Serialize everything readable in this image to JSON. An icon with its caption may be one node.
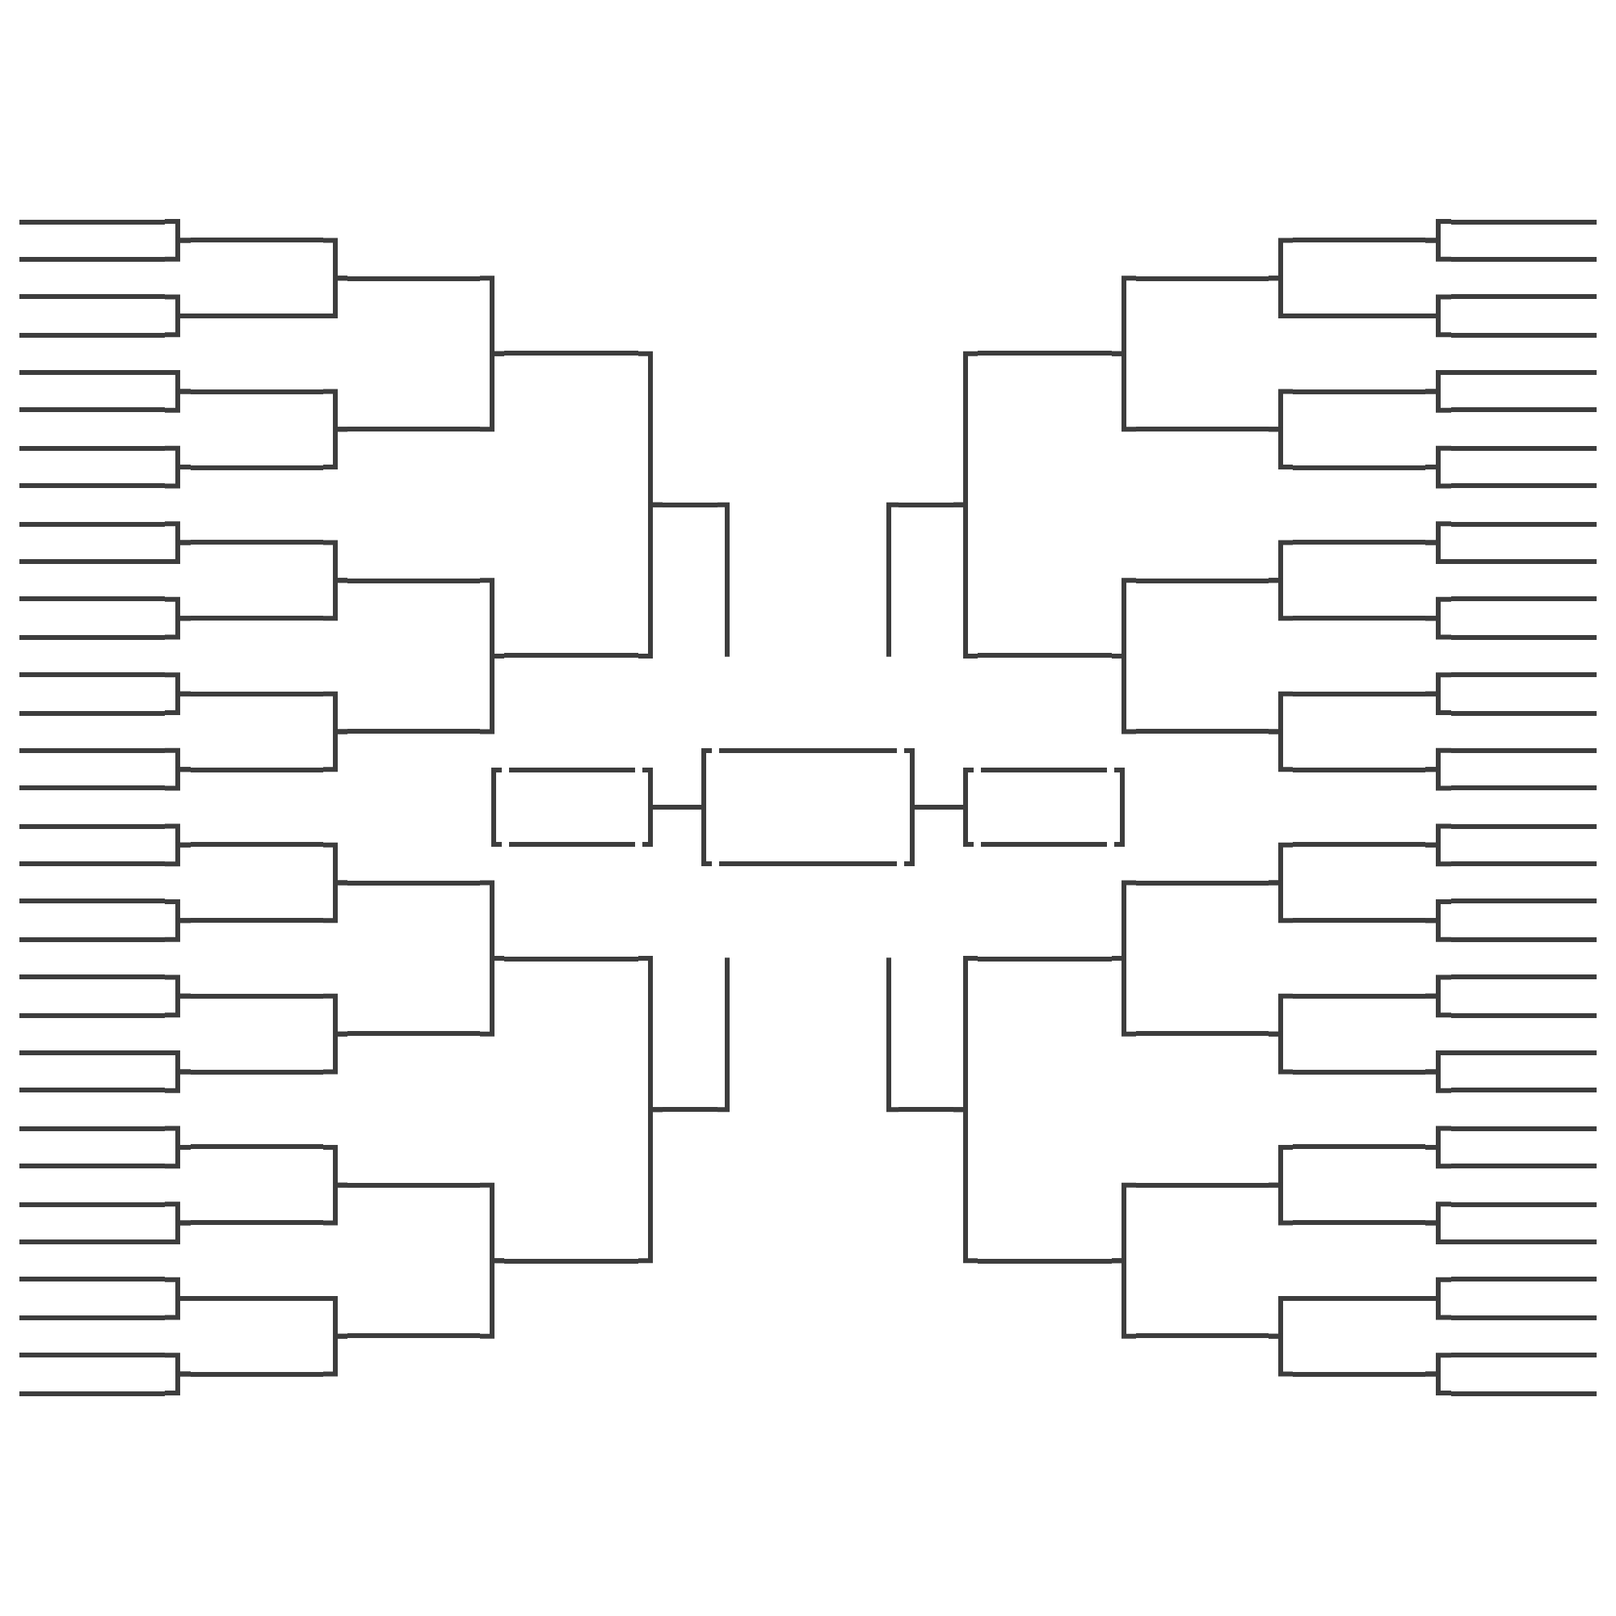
{
  "diagram": {
    "nodes": [
      {
        "text": [],
        "shape": "line"
      },
      {
        "text": [],
        "shape": "line"
      },
      {
        "text": [],
        "shape": "line"
      },
      {
        "text": [],
        "shape": "line"
      },
      {
        "text": [],
        "shape": "line"
      },
      {
        "text": [],
        "shape": "line"
      },
      {
        "text": [],
        "shape": "line"
      },
      {
        "text": [],
        "shape": "line"
      },
      {
        "text": [],
        "shape": "line"
      },
      {
        "text": [],
        "shape": "line"
      },
      {
        "text": [],
        "shape": "line"
      },
      {
        "text": [],
        "shape": "line"
      },
      {
        "text": [],
        "shape": "line"
      },
      {
        "text": [],
        "shape": "line"
      },
      {
        "text": [],
        "shape": "line"
      },
      {
        "text": [],
        "shape": "line"
      },
      {
        "text": [],
        "shape": "line"
      },
      {
        "text": [],
        "shape": "line"
      },
      {
        "text": [],
        "shape": "line"
      },
      {
        "text": [],
        "shape": "line"
      },
      {
        "text": [],
        "shape": "line"
      },
      {
        "text": [],
        "shape": "line"
      },
      {
        "text": [],
        "shape": "line"
      },
      {
        "text": [],
        "shape": "line"
      },
      {
        "text": [],
        "shape": "line"
      },
      {
        "text": [],
        "shape": "line"
      },
      {
        "text": [],
        "shape": "line"
      },
      {
        "text": [],
        "shape": "line"
      },
      {
        "text": [],
        "shape": "line"
      },
      {
        "text": [],
        "shape": "line"
      },
      {
        "text": [],
        "shape": "line"
      },
      {
        "text": [],
        "shape": "line"
      },
      {
        "text": [],
        "shape": "line"
      },
      {
        "text": [],
        "shape": "line"
      },
      {
        "text": [],
        "shape": "line"
      },
      {
        "text": [],
        "shape": "line"
      },
      {
        "text": [],
        "shape": "line"
      },
      {
        "text": [],
        "shape": "line"
      },
      {
        "text": [],
        "shape": "line"
      },
      {
        "text": [],
        "shape": "line"
      },
      {
        "text": [],
        "shape": "line"
      },
      {
        "text": [],
        "shape": "line"
      },
      {
        "text": [],
        "shape": "line"
      },
      {
        "text": [],
        "shape": "line"
      },
      {
        "text": [],
        "shape": "line"
      },
      {
        "text": [],
        "shape": "line"
      },
      {
        "text": [],
        "shape": "line"
      },
      {
        "text": [],
        "shape": "line"
      },
      {
        "text": [],
        "shape": "line"
      },
      {
        "text": [],
        "shape": "line"
      },
      {
        "text": [],
        "shape": "line"
      },
      {
        "text": [],
        "shape": "line"
      },
      {
        "text": [],
        "shape": "line"
      },
      {
        "text": [],
        "shape": "line"
      },
      {
        "text": [],
        "shape": "line"
      },
      {
        "text": [],
        "shape": "line"
      },
      {
        "text": [],
        "shape": "line"
      },
      {
        "text": [],
        "shape": "line"
      },
      {
        "text": [],
        "shape": "line"
      },
      {
        "text": [],
        "shape": "line"
      },
      {
        "text": [],
        "shape": "line"
      },
      {
        "text": [],
        "shape": "line"
      },
      {
        "text": [],
        "shape": "box"
      },
      {
        "text": [],
        "shape": "box"
      },
      {
        "text": [],
        "shape": "box"
      },
      {
        "text": [],
        "shape": "line"
      },
      {
        "text": [],
        "shape": "line"
      },
      {
        "text": [],
        "shape": "line"
      },
      {
        "text": [],
        "shape": "line"
      },
      {
        "text": [],
        "shape": "line"
      },
      {
        "text": [],
        "shape": "line"
      },
      {
        "text": [],
        "shape": "line"
      },
      {
        "text": [],
        "shape": "line"
      },
      {
        "text": [],
        "shape": "line"
      },
      {
        "text": [],
        "shape": "line"
      },
      {
        "text": [],
        "shape": "line"
      },
      {
        "text": [],
        "shape": "line"
      },
      {
        "text": [],
        "shape": "line"
      },
      {
        "text": [],
        "shape": "line"
      },
      {
        "text": [],
        "shape": "line"
      },
      {
        "text": [],
        "shape": "line"
      },
      {
        "text": [],
        "shape": "line"
      },
      {
        "text": [],
        "shape": "line"
      },
      {
        "text": [],
        "shape": "line"
      },
      {
        "text": [],
        "shape": "line"
      },
      {
        "text": [],
        "shape": "line"
      },
      {
        "text": [],
        "shape": "line"
      },
      {
        "text": [],
        "shape": "line"
      },
      {
        "text": [],
        "shape": "line"
      },
      {
        "text": [],
        "shape": "line"
      },
      {
        "text": [],
        "shape": "line"
      },
      {
        "text": [],
        "shape": "line"
      },
      {
        "text": [],
        "shape": "line"
      },
      {
        "text": [],
        "shape": "line"
      },
      {
        "text": [],
        "shape": "line"
      },
      {
        "text": [],
        "shape": "line"
      },
      {
        "text": [],
        "shape": "line"
      },
      {
        "text": [],
        "shape": "line"
      },
      {
        "text": [],
        "shape": "line"
      },
      {
        "text": [],
        "shape": "line"
      },
      {
        "text": [],
        "shape": "line"
      },
      {
        "text": [],
        "shape": "line"
      },
      {
        "text": [],
        "shape": "line"
      },
      {
        "text": [],
        "shape": "line"
      },
      {
        "text": [],
        "shape": "line"
      },
      {
        "text": [],
        "shape": "line"
      },
      {
        "text": [],
        "shape": "line"
      },
      {
        "text": [],
        "shape": "line"
      },
      {
        "text": [],
        "shape": "line"
      },
      {
        "text": [],
        "shape": "line"
      },
      {
        "text": [],
        "shape": "line"
      },
      {
        "text": [],
        "shape": "line"
      },
      {
        "text": [],
        "shape": "line"
      },
      {
        "text": [],
        "shape": "line"
      },
      {
        "text": [],
        "shape": "line"
      },
      {
        "text": [],
        "shape": "line"
      },
      {
        "text": [],
        "shape": "line"
      },
      {
        "text": [],
        "shape": "line"
      },
      {
        "text": [],
        "shape": "line"
      },
      {
        "text": [],
        "shape": "line"
      },
      {
        "text": [],
        "shape": "line"
      },
      {
        "text": [],
        "shape": "line"
      },
      {
        "text": [],
        "shape": "line"
      },
      {
        "text": [],
        "shape": "line"
      },
      {
        "text": [],
        "shape": "line"
      },
      {
        "text": [],
        "shape": "line"
      },
      {
        "text": [],
        "shape": "line"
      }
    ],
    "edges": [
      {
        "from": 0,
        "to": 32,
        "arrow": "none"
      },
      {
        "from": 1,
        "to": 32,
        "arrow": "none"
      },
      {
        "from": 2,
        "to": 33,
        "arrow": "none"
      },
      {
        "from": 3,
        "to": 33,
        "arrow": "none"
      },
      {
        "from": 4,
        "to": 34,
        "arrow": "none"
      },
      {
        "from": 5,
        "to": 34,
        "arrow": "none"
      },
      {
        "from": 6,
        "to": 35,
        "arrow": "none"
      },
      {
        "from": 7,
        "to": 35,
        "arrow": "none"
      },
      {
        "from": 8,
        "to": 36,
        "arrow": "none"
      },
      {
        "from": 9,
        "to": 36,
        "arrow": "none"
      },
      {
        "from": 10,
        "to": 37,
        "arrow": "none"
      },
      {
        "from": 11,
        "to": 37,
        "arrow": "none"
      },
      {
        "from": 12,
        "to": 38,
        "arrow": "none"
      },
      {
        "from": 13,
        "to": 38,
        "arrow": "none"
      },
      {
        "from": 14,
        "to": 39,
        "arrow": "none"
      },
      {
        "from": 15,
        "to": 39,
        "arrow": "none"
      },
      {
        "from": 16,
        "to": 40,
        "arrow": "none"
      },
      {
        "from": 17,
        "to": 40,
        "arrow": "none"
      },
      {
        "from": 18,
        "to": 41,
        "arrow": "none"
      },
      {
        "from": 19,
        "to": 41,
        "arrow": "none"
      },
      {
        "from": 20,
        "to": 42,
        "arrow": "none"
      },
      {
        "from": 21,
        "to": 42,
        "arrow": "none"
      },
      {
        "from": 22,
        "to": 43,
        "arrow": "none"
      },
      {
        "from": 23,
        "to": 43,
        "arrow": "none"
      },
      {
        "from": 24,
        "to": 44,
        "arrow": "none"
      },
      {
        "from": 25,
        "to": 44,
        "arrow": "none"
      },
      {
        "from": 26,
        "to": 45,
        "arrow": "none"
      },
      {
        "from": 27,
        "to": 45,
        "arrow": "none"
      },
      {
        "from": 28,
        "to": 46,
        "arrow": "none"
      },
      {
        "from": 29,
        "to": 46,
        "arrow": "none"
      },
      {
        "from": 30,
        "to": 47,
        "arrow": "none"
      },
      {
        "from": 31,
        "to": 47,
        "arrow": "none"
      },
      {
        "from": 32,
        "to": 48,
        "arrow": "none"
      },
      {
        "from": 33,
        "to": 48,
        "arrow": "none"
      },
      {
        "from": 34,
        "to": 49,
        "arrow": "none"
      },
      {
        "from": 35,
        "to": 49,
        "arrow": "none"
      },
      {
        "from": 36,
        "to": 50,
        "arrow": "none"
      },
      {
        "from": 37,
        "to": 50,
        "arrow": "none"
      },
      {
        "from": 38,
        "to": 51,
        "arrow": "none"
      },
      {
        "from": 39,
        "to": 51,
        "arrow": "none"
      },
      {
        "from": 40,
        "to": 52,
        "arrow": "none"
      },
      {
        "from": 41,
        "to": 52,
        "arrow": "none"
      },
      {
        "from": 42,
        "to": 53,
        "arrow": "none"
      },
      {
        "from": 43,
        "to": 53,
        "arrow": "none"
      },
      {
        "from": 44,
        "to": 54,
        "arrow": "none"
      },
      {
        "from": 45,
        "to": 54,
        "arrow": "none"
      },
      {
        "from": 46,
        "to": 55,
        "arrow": "none"
      },
      {
        "from": 47,
        "to": 55,
        "arrow": "none"
      },
      {
        "from": 48,
        "to": 56,
        "arrow": "none"
      },
      {
        "from": 49,
        "to": 56,
        "arrow": "none"
      },
      {
        "from": 50,
        "to": 57,
        "arrow": "none"
      },
      {
        "from": 51,
        "to": 57,
        "arrow": "none"
      },
      {
        "from": 52,
        "to": 58,
        "arrow": "none"
      },
      {
        "from": 53,
        "to": 58,
        "arrow": "none"
      },
      {
        "from": 54,
        "to": 59,
        "arrow": "none"
      },
      {
        "from": 55,
        "to": 59,
        "arrow": "none"
      },
      {
        "from": 56,
        "to": 60,
        "arrow": "none"
      },
      {
        "from": 57,
        "to": 60,
        "arrow": "none"
      },
      {
        "from": 58,
        "to": 61,
        "arrow": "none"
      },
      {
        "from": 59,
        "to": 61,
        "arrow": "none"
      },
      {
        "from": 60,
        "to": null,
        "arrow": "none"
      },
      {
        "from": 61,
        "to": null,
        "arrow": "none"
      },
      {
        "from": 62,
        "to": 63,
        "arrow": "none"
      },
      {
        "from": 64,
        "to": 63,
        "arrow": "none"
      },
      {
        "from": 65,
        "to": null,
        "arrow": "none"
      },
      {
        "from": 66,
        "to": null,
        "arrow": "none"
      },
      {
        "from": 67,
        "to": 65,
        "arrow": "none"
      },
      {
        "from": 68,
        "to": 65,
        "arrow": "none"
      },
      {
        "from": 69,
        "to": 66,
        "arrow": "none"
      },
      {
        "from": 70,
        "to": 66,
        "arrow": "none"
      },
      {
        "from": 71,
        "to": 67,
        "arrow": "none"
      },
      {
        "from": 72,
        "to": 67,
        "arrow": "none"
      },
      {
        "from": 73,
        "to": 68,
        "arrow": "none"
      },
      {
        "from": 74,
        "to": 68,
        "arrow": "none"
      },
      {
        "from": 75,
        "to": 69,
        "arrow": "none"
      },
      {
        "from": 76,
        "to": 69,
        "arrow": "none"
      },
      {
        "from": 77,
        "to": 70,
        "arrow": "none"
      },
      {
        "from": 78,
        "to": 70,
        "arrow": "none"
      },
      {
        "from": 79,
        "to": 71,
        "arrow": "none"
      },
      {
        "from": 80,
        "to": 71,
        "arrow": "none"
      },
      {
        "from": 81,
        "to": 72,
        "arrow": "none"
      },
      {
        "from": 82,
        "to": 72,
        "arrow": "none"
      },
      {
        "from": 83,
        "to": 73,
        "arrow": "none"
      },
      {
        "from": 84,
        "to": 73,
        "arrow": "none"
      },
      {
        "from": 85,
        "to": 74,
        "arrow": "none"
      },
      {
        "from": 86,
        "to": 74,
        "arrow": "none"
      },
      {
        "from": 87,
        "to": 75,
        "arrow": "none"
      },
      {
        "from": 88,
        "to": 75,
        "arrow": "none"
      },
      {
        "from": 89,
        "to": 76,
        "arrow": "none"
      },
      {
        "from": 90,
        "to": 76,
        "arrow": "none"
      },
      {
        "from": 91,
        "to": 77,
        "arrow": "none"
      },
      {
        "from": 92,
        "to": 77,
        "arrow": "none"
      },
      {
        "from": 93,
        "to": 78,
        "arrow": "none"
      },
      {
        "from": 94,
        "to": 78,
        "arrow": "none"
      },
      {
        "from": 95,
        "to": 79,
        "arrow": "none"
      },
      {
        "from": 96,
        "to": 79,
        "arrow": "none"
      },
      {
        "from": 97,
        "to": 80,
        "arrow": "none"
      },
      {
        "from": 98,
        "to": 80,
        "arrow": "none"
      },
      {
        "from": 99,
        "to": 81,
        "arrow": "none"
      },
      {
        "from": 100,
        "to": 81,
        "arrow": "none"
      },
      {
        "from": 101,
        "to": 82,
        "arrow": "none"
      },
      {
        "from": 102,
        "to": 82,
        "arrow": "none"
      },
      {
        "from": 103,
        "to": 83,
        "arrow": "none"
      },
      {
        "from": 104,
        "to": 83,
        "arrow": "none"
      },
      {
        "from": 105,
        "to": 84,
        "arrow": "none"
      },
      {
        "from": 106,
        "to": 84,
        "arrow": "none"
      },
      {
        "from": 107,
        "to": 85,
        "arrow": "none"
      },
      {
        "from": 108,
        "to": 85,
        "arrow": "none"
      },
      {
        "from": 109,
        "to": 86,
        "arrow": "none"
      },
      {
        "from": 110,
        "to": 86,
        "arrow": "none"
      },
      {
        "from": 111,
        "to": 87,
        "arrow": "none"
      },
      {
        "from": 112,
        "to": 87,
        "arrow": "none"
      },
      {
        "from": 113,
        "to": 88,
        "arrow": "none"
      },
      {
        "from": 114,
        "to": 88,
        "arrow": "none"
      },
      {
        "from": 115,
        "to": 89,
        "arrow": "none"
      },
      {
        "from": 116,
        "to": 89,
        "arrow": "none"
      },
      {
        "from": 117,
        "to": 90,
        "arrow": "none"
      },
      {
        "from": 118,
        "to": 90,
        "arrow": "none"
      },
      {
        "from": 119,
        "to": 91,
        "arrow": "none"
      },
      {
        "from": 120,
        "to": 91,
        "arrow": "none"
      },
      {
        "from": 121,
        "to": 92,
        "arrow": "none"
      },
      {
        "from": 122,
        "to": 92,
        "arrow": "none"
      },
      {
        "from": 123,
        "to": 93,
        "arrow": "none"
      },
      {
        "from": 124,
        "to": 93,
        "arrow": "none"
      },
      {
        "from": 125,
        "to": 94,
        "arrow": "none"
      },
      {
        "from": 126,
        "to": 94,
        "arrow": "none"
      }
    ]
  }
}
